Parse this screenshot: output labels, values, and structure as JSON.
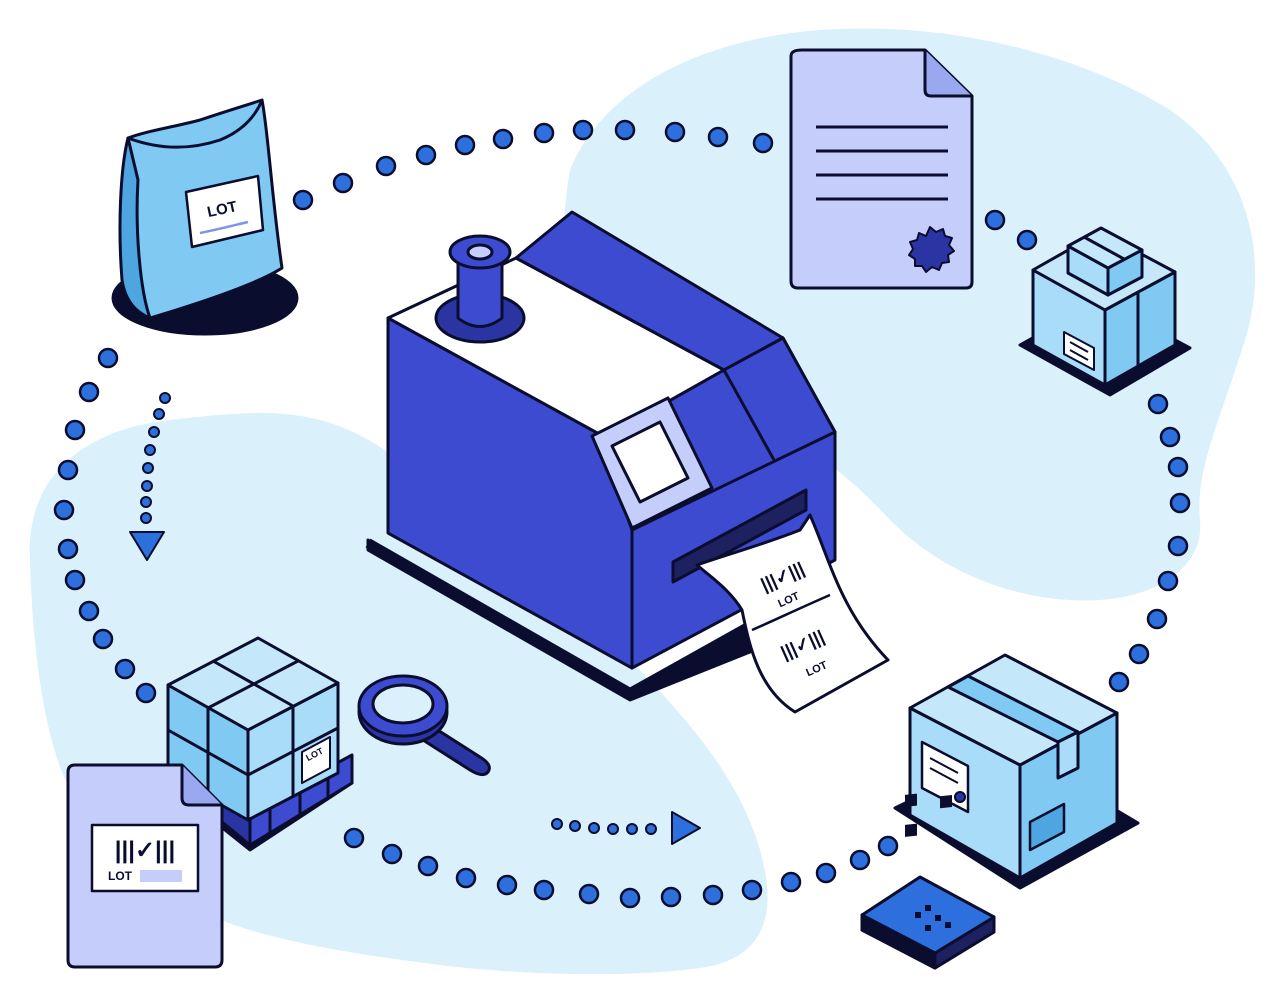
{
  "labels": {
    "sack": "LOT",
    "doc_label": "LOT",
    "ribbon_top": "LOT",
    "ribbon_bottom": "LOT",
    "pallet_tag": "LOT"
  },
  "glyphs": {
    "barcode_check": "|||✓|||"
  },
  "colors": {
    "outline": "#0b0d2e",
    "blob": "#daf0fb",
    "printer": "#3d4bd1",
    "printer_dark": "#2a34a3",
    "lavender": "#c5cdfa",
    "sky": "#80c9f3",
    "sky_light": "#a9dcf8",
    "dot": "#2d6fdc",
    "qr": "#2d6fdc"
  },
  "icons": [
    "lot-sack-icon",
    "certificate-document-icon",
    "stacked-boxes-icon",
    "label-printer-icon",
    "magnifier-icon",
    "pallet-icon",
    "lot-document-icon",
    "shipping-box-icon",
    "qr-code-icon",
    "flow-arrow-icon"
  ]
}
